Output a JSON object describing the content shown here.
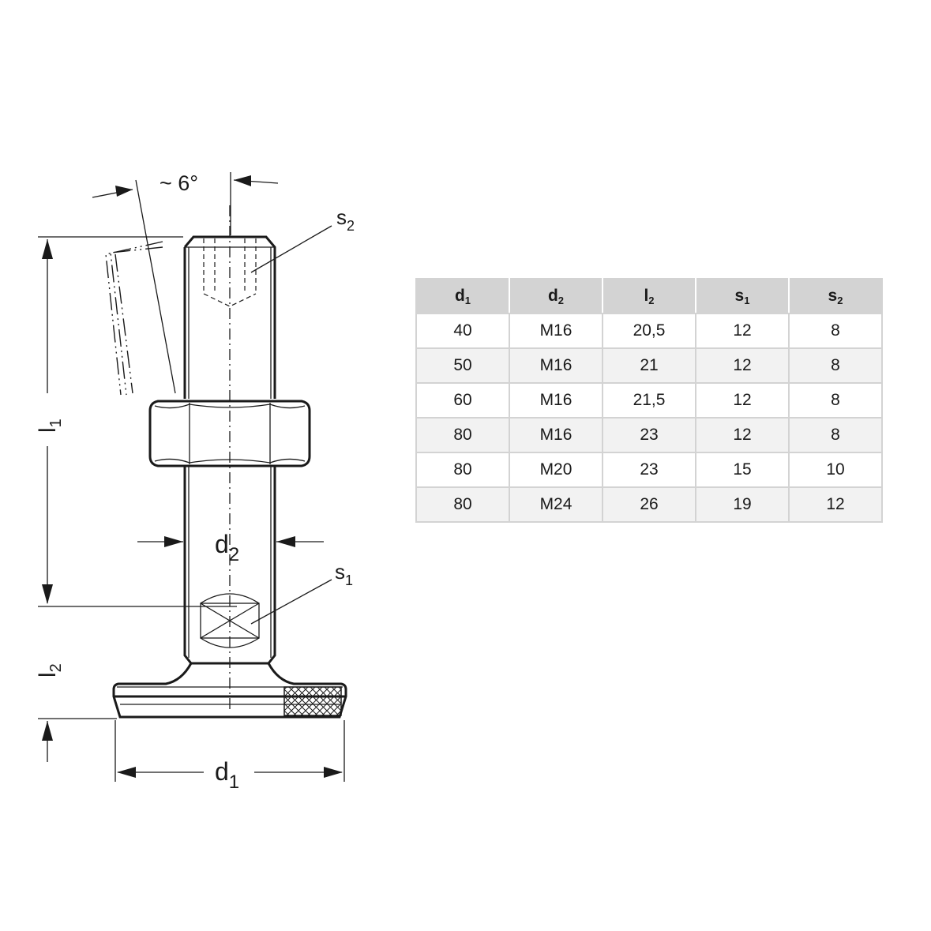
{
  "drawing": {
    "angle_label": "~ 6°",
    "labels": {
      "s2": {
        "base": "s",
        "sub": "2"
      },
      "s1": {
        "base": "s",
        "sub": "1"
      },
      "d2": {
        "base": "d",
        "sub": "2"
      },
      "d1": {
        "base": "d",
        "sub": "1"
      },
      "l1": {
        "base": "l",
        "sub": "1"
      },
      "l2": {
        "base": "l",
        "sub": "2"
      }
    }
  },
  "table": {
    "headers": [
      {
        "base": "d",
        "sub": "1"
      },
      {
        "base": "d",
        "sub": "2"
      },
      {
        "base": "l",
        "sub": "2"
      },
      {
        "base": "s",
        "sub": "1"
      },
      {
        "base": "s",
        "sub": "2"
      }
    ],
    "rows": [
      [
        "40",
        "M16",
        "20,5",
        "12",
        "8"
      ],
      [
        "50",
        "M16",
        "21",
        "12",
        "8"
      ],
      [
        "60",
        "M16",
        "21,5",
        "12",
        "8"
      ],
      [
        "80",
        "M16",
        "23",
        "12",
        "8"
      ],
      [
        "80",
        "M20",
        "23",
        "15",
        "10"
      ],
      [
        "80",
        "M24",
        "26",
        "19",
        "12"
      ]
    ]
  }
}
